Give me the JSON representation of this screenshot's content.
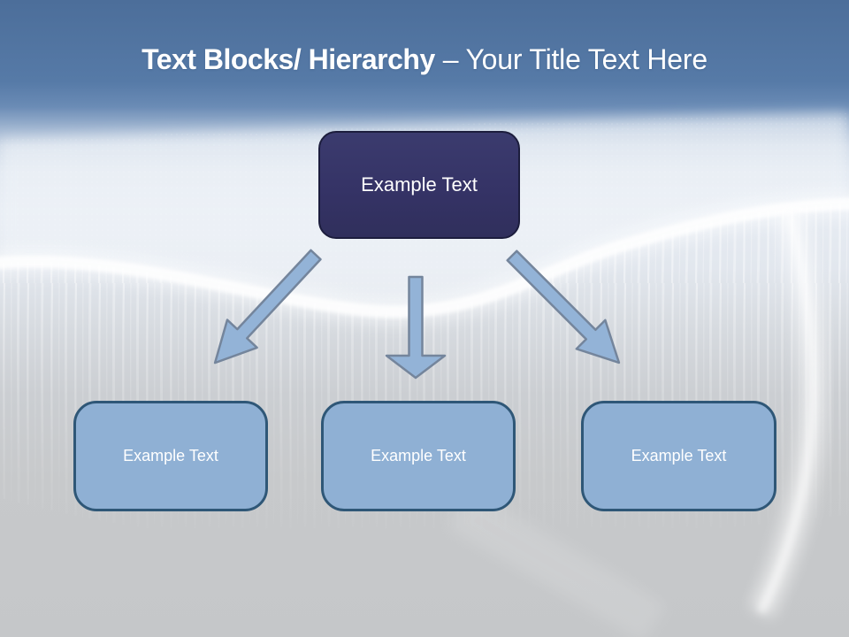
{
  "title": {
    "bold": "Text Blocks/ Hierarchy",
    "regular": "– Your Title Text Here"
  },
  "diagram": {
    "root": {
      "label": "Example Text"
    },
    "children": [
      {
        "label": "Example Text"
      },
      {
        "label": "Example Text"
      },
      {
        "label": "Example Text"
      }
    ]
  },
  "icons": {
    "connectors": [
      "arrow-down-left-icon",
      "arrow-down-icon",
      "arrow-down-right-icon"
    ]
  },
  "colors": {
    "header_blue_top": "#4c6e9a",
    "header_blue_bottom": "#6e8fb8",
    "background_gray": "#c5c7c9",
    "root_node_fill": "#353366",
    "root_node_border": "#1c1d3d",
    "child_node_fill": "#8fb0d4",
    "child_node_border": "#2f5777",
    "arrow_fill": "#93b3d7",
    "arrow_border": "#74859c",
    "title_text": "#ffffff",
    "node_text": "#ffffff"
  }
}
